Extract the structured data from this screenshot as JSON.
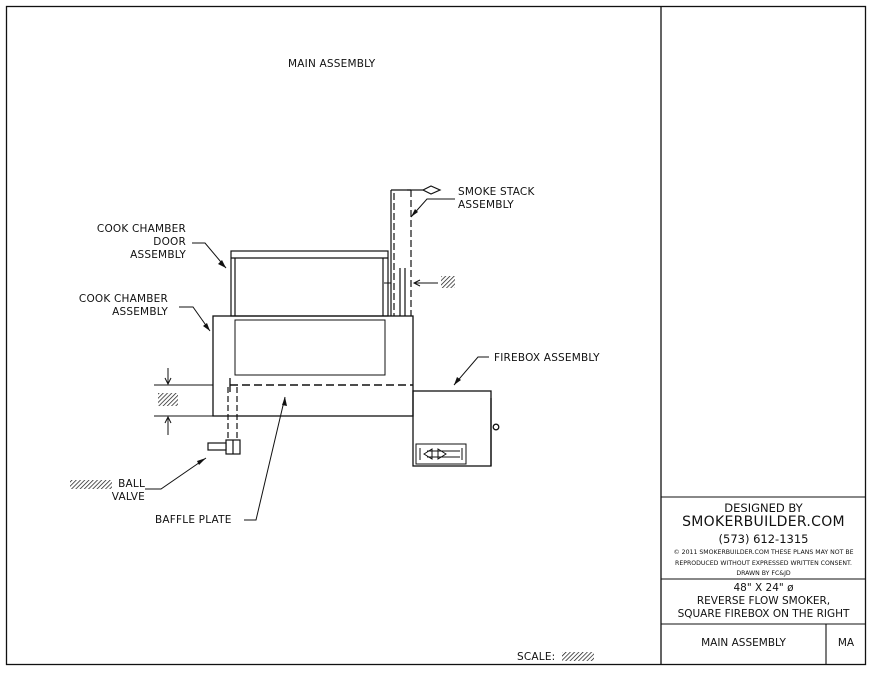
{
  "drawing": {
    "title": "MAIN ASSEMBLY",
    "labels": {
      "smoke_stack": [
        "SMOKE STACK",
        "ASSEMBLY"
      ],
      "cook_chamber_door": [
        "COOK CHAMBER",
        "DOOR",
        "ASSEMBLY"
      ],
      "cook_chamber": [
        "COOK CHAMBER",
        "ASSEMBLY"
      ],
      "firebox": "FIREBOX ASSEMBLY",
      "ball_valve": [
        "BALL",
        "VALVE"
      ],
      "baffle_plate": "BAFFLE PLATE",
      "scale": "SCALE:"
    }
  },
  "title_block": {
    "designed_by": "DESIGNED BY",
    "company": "SMOKERBUILDER.COM",
    "phone": "(573) 612-1315",
    "copyright_line1": "© 2011 SMOKERBUILDER.COM THESE PLANS MAY NOT BE",
    "copyright_line2": "REPRODUCED WITHOUT EXPRESSED WRITTEN CONSENT.",
    "drawn_by": "DRAWN BY FC&JD",
    "size": "48\" X 24\" ø",
    "description_line1": "REVERSE FLOW SMOKER,",
    "description_line2": "SQUARE FIREBOX ON THE RIGHT",
    "sheet_name": "MAIN ASSEMBLY",
    "sheet_code": "MA"
  }
}
